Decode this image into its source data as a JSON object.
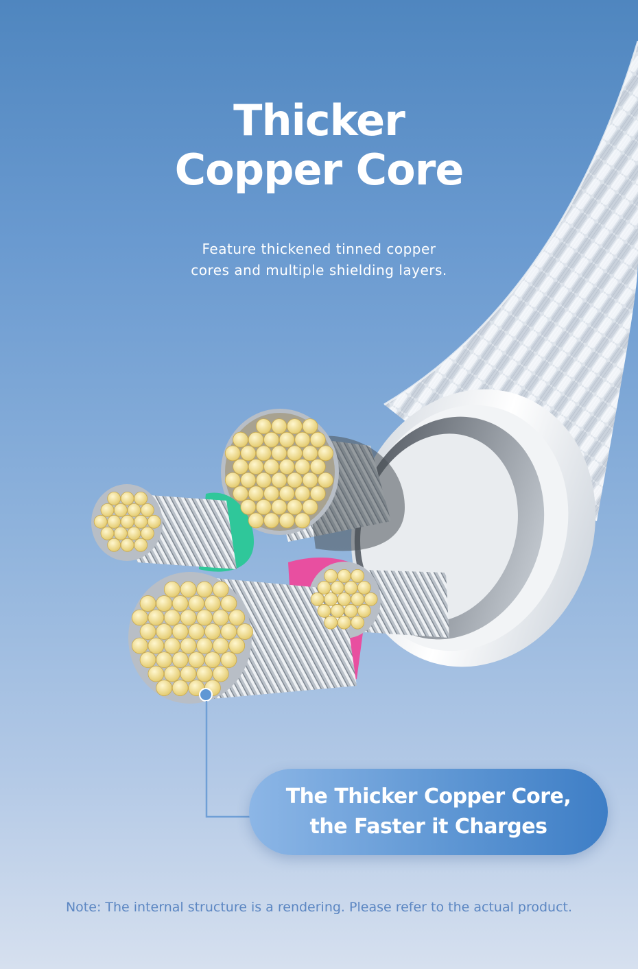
{
  "hero": {
    "title_line1": "Thicker",
    "title_line2": "Copper Core",
    "subtitle_line1": "Feature thickened tinned copper",
    "subtitle_line2": "cores and multiple shielding layers."
  },
  "callout": {
    "line1": "The Thicker Copper Core,",
    "line2": "the Faster it Charges"
  },
  "footer": {
    "note": "Note: The internal structure is a rendering. Please refer to the actual product."
  },
  "colors": {
    "background_top": "#4f86bf",
    "background_bottom": "#d6e0ef",
    "callout": "#5f97d4",
    "copper_strand": "#f3e39a",
    "green_insulation": "#2fc79a",
    "pink_insulation": "#e84fa0",
    "note_text": "#5b86c2"
  },
  "icons": {
    "cable": "braided-cable-illustration",
    "pointer": "callout-dot"
  }
}
